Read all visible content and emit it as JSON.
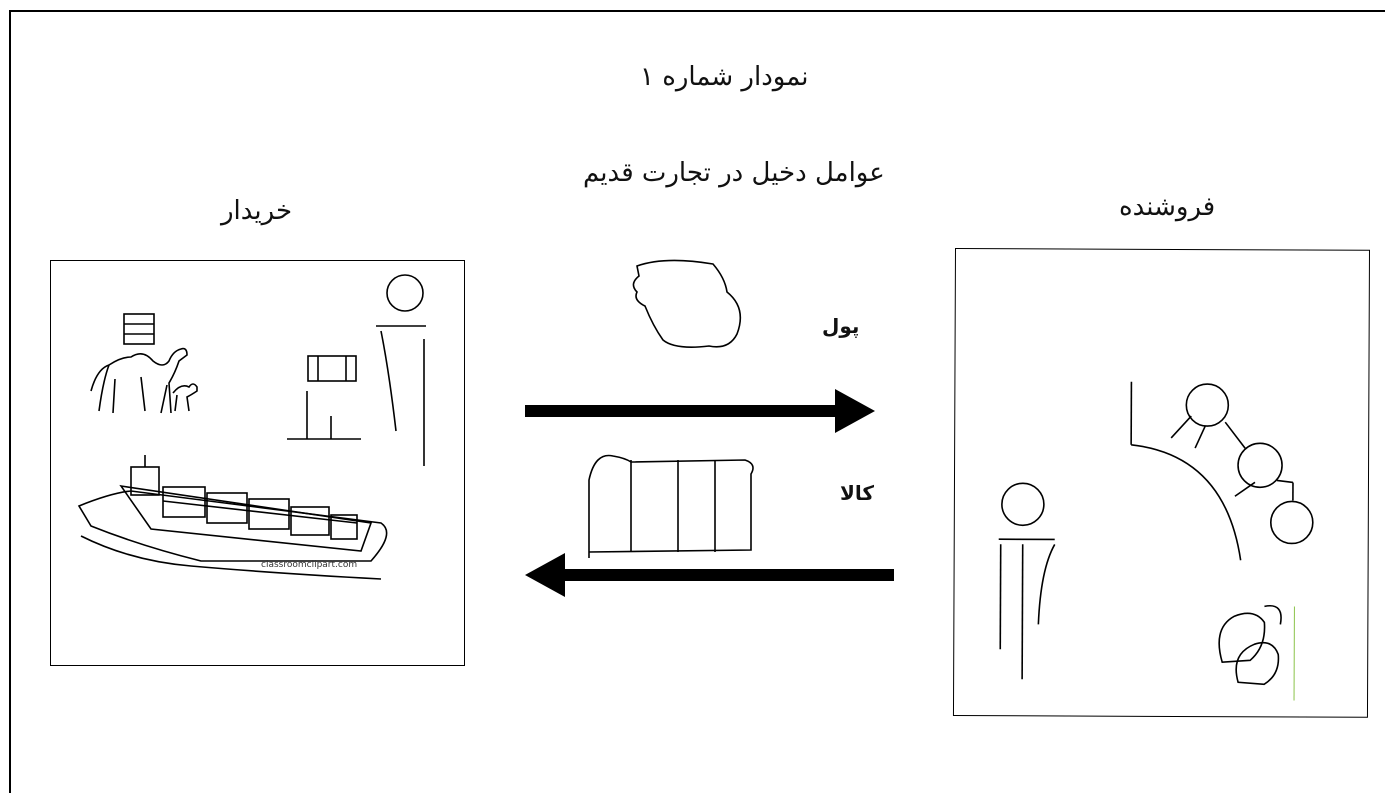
{
  "diagram": {
    "title": "نمودار شماره ۱",
    "subtitle": "عوامل دخیل در تجارت قدیم",
    "buyer_label": "خریدار",
    "seller_label": "فروشنده",
    "money_label": "پول",
    "goods_label": "کالا",
    "watermark": "classroomclipart.com"
  }
}
